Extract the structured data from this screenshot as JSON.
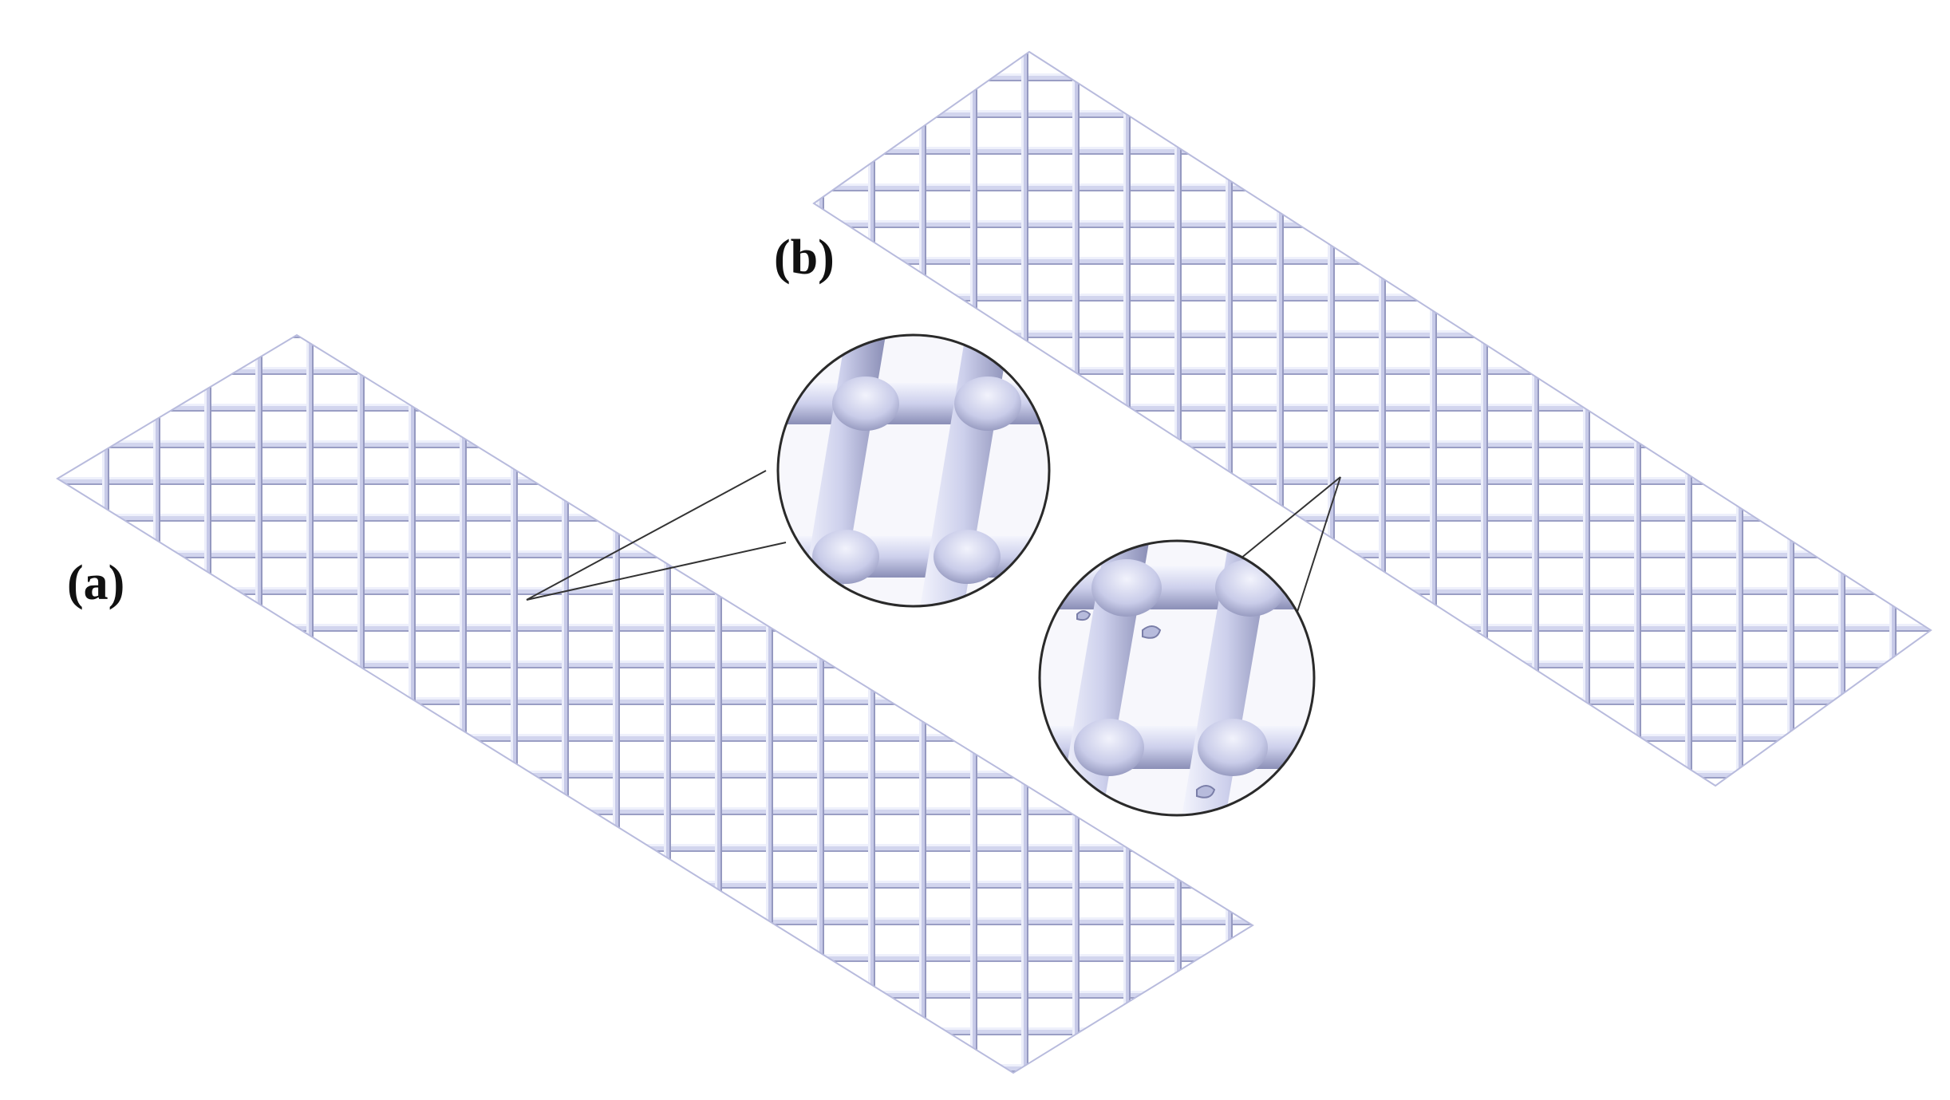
{
  "figure": {
    "labels": {
      "a": "(a)",
      "b": "(b)"
    },
    "panels": [
      {
        "id": "a",
        "description_icon": "lattice-scaffold-strip",
        "magnifier_icon": "zoom-circle-smooth-joint"
      },
      {
        "id": "b",
        "description_icon": "lattice-scaffold-strip",
        "magnifier_icon": "zoom-circle-textured-joint"
      }
    ],
    "colors": {
      "background": "#ffffff",
      "strut_light": "#e4e6f6",
      "strut_mid": "#c3c6e4",
      "strut_dark": "#8f93b8",
      "outline": "#2a2a2a"
    }
  }
}
